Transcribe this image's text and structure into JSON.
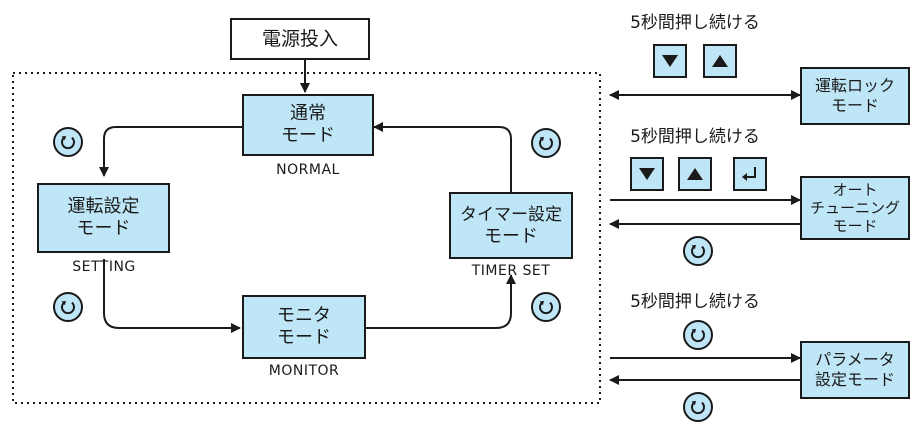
{
  "diagram": {
    "power_on": "電源投入",
    "normal": {
      "line1": "通常",
      "line2": "モード",
      "caption": "NORMAL"
    },
    "setting": {
      "line1": "運転設定",
      "line2": "モード",
      "caption": "SETTING"
    },
    "monitor": {
      "line1": "モニタ",
      "line2": "モード",
      "caption": "MONITOR"
    },
    "timer": {
      "line1": "タイマー設定",
      "line2": "モード",
      "caption": "TIMER SET"
    },
    "lock": {
      "line1": "運転ロック",
      "line2": "モード"
    },
    "autotune": {
      "line1": "オート",
      "line2": "チューニング",
      "line3": "モード"
    },
    "param": {
      "line1": "パラメータ",
      "line2": "設定モード"
    },
    "hold_note_1": "5秒間押し続ける",
    "hold_note_2": "5秒間押し続ける",
    "hold_note_3": "5秒間押し続ける",
    "icons": {
      "down_key": "down-triangle-icon",
      "up_key": "up-triangle-icon",
      "enter_key": "enter-arrow-icon",
      "mode_key": "rotate-arrow-icon"
    }
  },
  "colors": {
    "box_fill": "#bfe6f7",
    "line": "#1a1a1a"
  }
}
